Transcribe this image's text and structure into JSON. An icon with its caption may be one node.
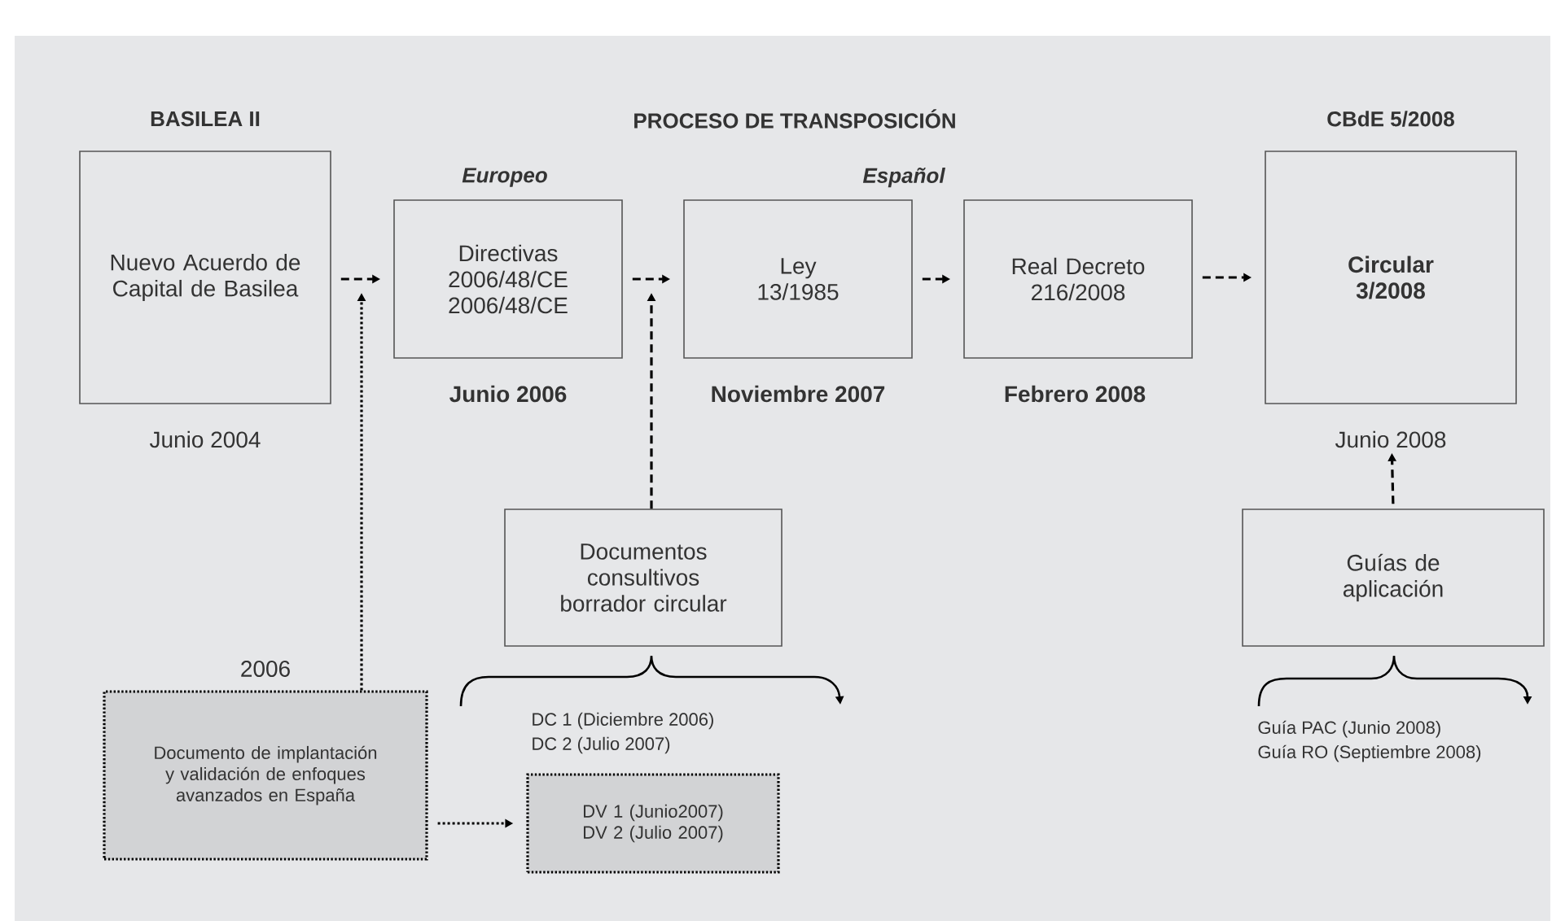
{
  "diagram": {
    "nodes": [
      {
        "text": [
          "Nuevo Acuerdo de Capital de Basilea"
        ],
        "beside": [
          "Junio 2004"
        ]
      },
      {
        "text": [
          "Directivas 2006/48/CE 2006/48/CE"
        ],
        "beside": [
          "Junio 2006"
        ]
      },
      {
        "text": [
          "Ley 13/1985"
        ],
        "beside": [
          "Noviembre 2007"
        ]
      },
      {
        "text": [
          "Real Decreto 216/2008"
        ],
        "beside": [
          "Febrero 2008"
        ]
      },
      {
        "text": [
          "Circular 3/2008"
        ],
        "beside": [
          "Junio 2008"
        ]
      },
      {
        "text": [
          "Documentos consultivos borrador circular"
        ]
      },
      {
        "text": [
          "Guías de aplicación"
        ]
      },
      {
        "text": [
          "Documento de implantación y validación de enfoques avanzados en España"
        ],
        "beside": [
          "2006"
        ]
      },
      {
        "text": [
          "DV 1 (Junio2007)",
          "DV 2 (Julio 2007)"
        ]
      }
    ],
    "edges": [
      {
        "from": 0,
        "to": 1,
        "arrow": "to",
        "style": "dashed"
      },
      {
        "from": 1,
        "to": 2,
        "arrow": "to",
        "style": "dashed"
      },
      {
        "from": 2,
        "to": 3,
        "arrow": "to",
        "style": "dashed"
      },
      {
        "from": 3,
        "to": 4,
        "arrow": "to",
        "style": "dashed"
      },
      {
        "from": 5,
        "to": null,
        "arrow": "to",
        "style": "dashed"
      },
      {
        "from": 7,
        "to": null,
        "arrow": "to",
        "style": "dashed"
      },
      {
        "from": 7,
        "to": 8,
        "arrow": "to",
        "style": "dashed"
      },
      {
        "from": 6,
        "to": 4,
        "arrow": "to",
        "style": "dashed"
      }
    ],
    "labels": [
      "BASILEA II",
      "PROCESO DE TRANSPOSICIÓN",
      "CBdE 5/2008",
      "Europeo",
      "Español",
      "DC 1 (Diciembre 2006)",
      "DC 2 (Julio 2007)",
      "Guía PAC (Junio 2008)",
      "Guía RO (Septiembre 2008)"
    ]
  }
}
